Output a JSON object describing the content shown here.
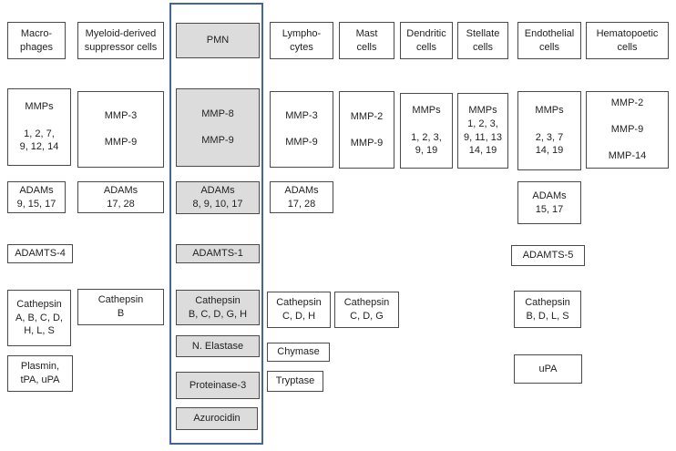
{
  "figure": {
    "type": "diagram",
    "description": "Cell types and the proteases they express",
    "highlight_color": "#44649c",
    "box_fill_gray": "#dcdcdc",
    "box_border_color": "#4a4a4a"
  },
  "columns": {
    "macrophages": {
      "header": "Macro-\nphages",
      "mmps": "MMPs\n\n1, 2, 7,\n9, 12, 14",
      "adams": "ADAMs\n9, 15, 17",
      "adamts": "ADAMTS-4",
      "cathepsin": "Cathepsin\nA, B, C, D,\nH, L, S",
      "plasmin": "Plasmin,\ntPA, uPA"
    },
    "mdsc": {
      "header": "Myeloid-derived\nsuppressor cells",
      "mmps": "MMP-3\n\nMMP-9",
      "adams": "ADAMs\n17, 28",
      "cathepsin": "Cathepsin\nB"
    },
    "pmn": {
      "header": "PMN",
      "mmps": "MMP-8\n\nMMP-9",
      "adams": "ADAMs\n8, 9, 10, 17",
      "adamts": "ADAMTS-1",
      "cathepsin": "Cathepsin\nB, C, D, G, H",
      "elastase": "N. Elastase",
      "proteinase": "Proteinase-3",
      "azurocidin": "Azurocidin"
    },
    "lymphocytes": {
      "header": "Lympho-\ncytes",
      "mmps": "MMP-3\n\nMMP-9",
      "adams": "ADAMs\n17, 28",
      "cathepsin": "Cathepsin\nC, D, H",
      "chymase": "Chymase",
      "tryptase": "Tryptase"
    },
    "mast": {
      "header": "Mast\ncells",
      "mmps": "MMP-2\n\nMMP-9",
      "cathepsin": "Cathepsin\nC, D, G"
    },
    "dendritic": {
      "header": "Dendritic\ncells",
      "mmps": "MMPs\n\n1, 2, 3,\n9, 19"
    },
    "stellate": {
      "header": "Stellate\ncells",
      "mmps": "MMPs\n1, 2, 3,\n9, 11, 13\n14, 19"
    },
    "endothelial": {
      "header": "Endothelial\ncells",
      "mmps": "MMPs\n\n2, 3, 7\n14, 19",
      "adams": "ADAMs\n15, 17",
      "adamts": "ADAMTS-5",
      "cathepsin": "Cathepsin\nB, D, L, S",
      "upa": "uPA"
    },
    "hematopoetic": {
      "header": "Hematopoetic\ncells",
      "mmps": "MMP-2\n\nMMP-9\n\nMMP-14"
    }
  }
}
